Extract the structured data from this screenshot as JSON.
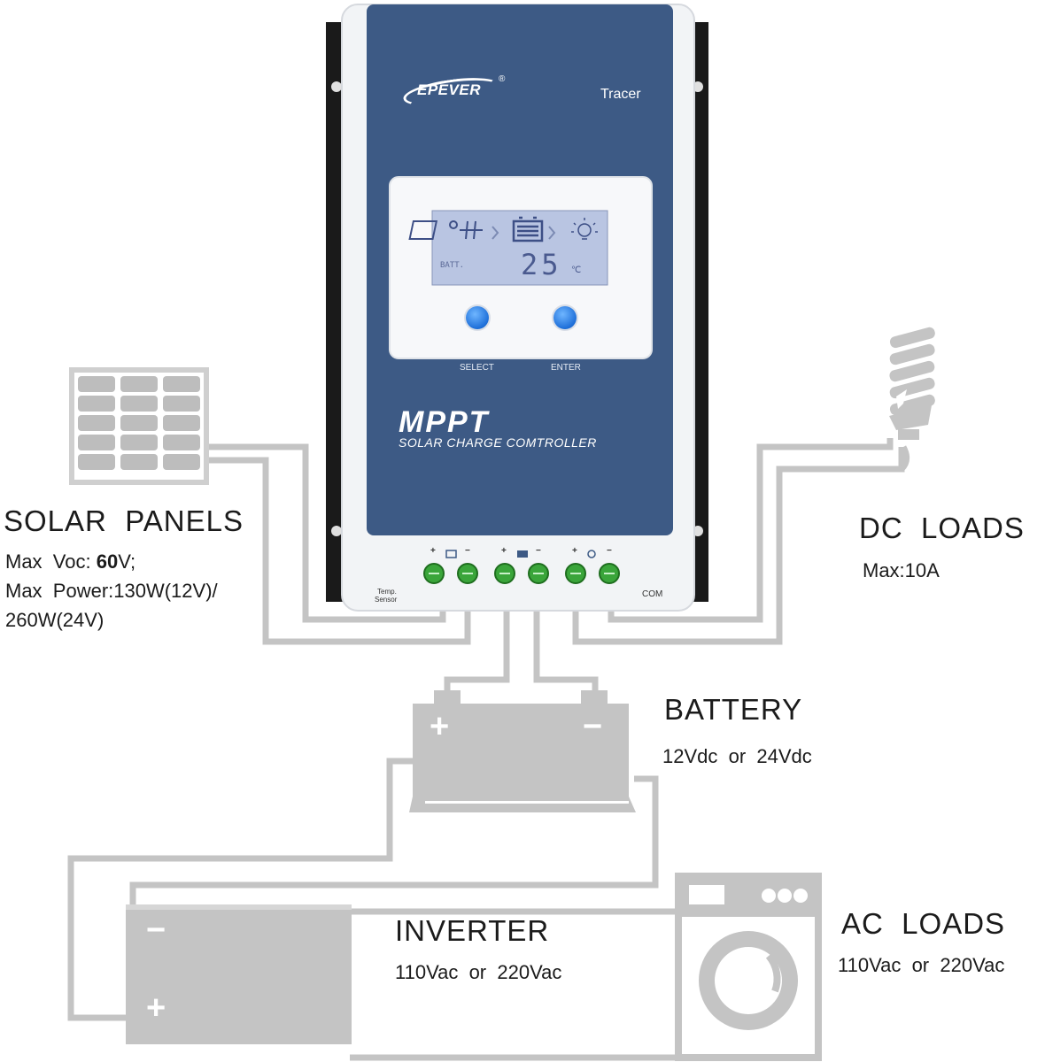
{
  "controller": {
    "brand": "EPEVER",
    "model": "Tracer",
    "lcd_batt_label": "BATT.",
    "lcd_temperature": "25",
    "lcd_temp_unit": "℃",
    "button_select": "SELECT",
    "button_enter": "ENTER",
    "type": "MPPT",
    "subtitle": "SOLAR CHARGE COMTROLLER",
    "temp_sensor_label_1": "Temp.",
    "temp_sensor_label_2": "Sensor",
    "com_label": "COM",
    "terminal_plus": "+",
    "terminal_minus": "−"
  },
  "solar": {
    "title": "SOLAR  PANELS",
    "voc_prefix": "Max  Voc: ",
    "voc_value": "60",
    "voc_suffix": "V;",
    "power_line": "Max  Power:130W(12V)/",
    "power_line2": "260W(24V)"
  },
  "dc_loads": {
    "title": "DC  LOADS",
    "max": "Max:10A"
  },
  "battery": {
    "title": "BATTERY",
    "voltage": "12Vdc  or  24Vdc",
    "plus": "+",
    "minus": "−"
  },
  "inverter": {
    "title": "INVERTER",
    "voltage": "110Vac  or  220Vac",
    "plus": "+",
    "minus": "−"
  },
  "ac_loads": {
    "title": "AC  LOADS",
    "voltage": "110Vac  or  220Vac"
  },
  "colors": {
    "wire": "#c4c4c4",
    "panel_blue": "#3d5a85",
    "device_grey": "#c8c8c8",
    "button_blue": "#1e6fd9"
  }
}
